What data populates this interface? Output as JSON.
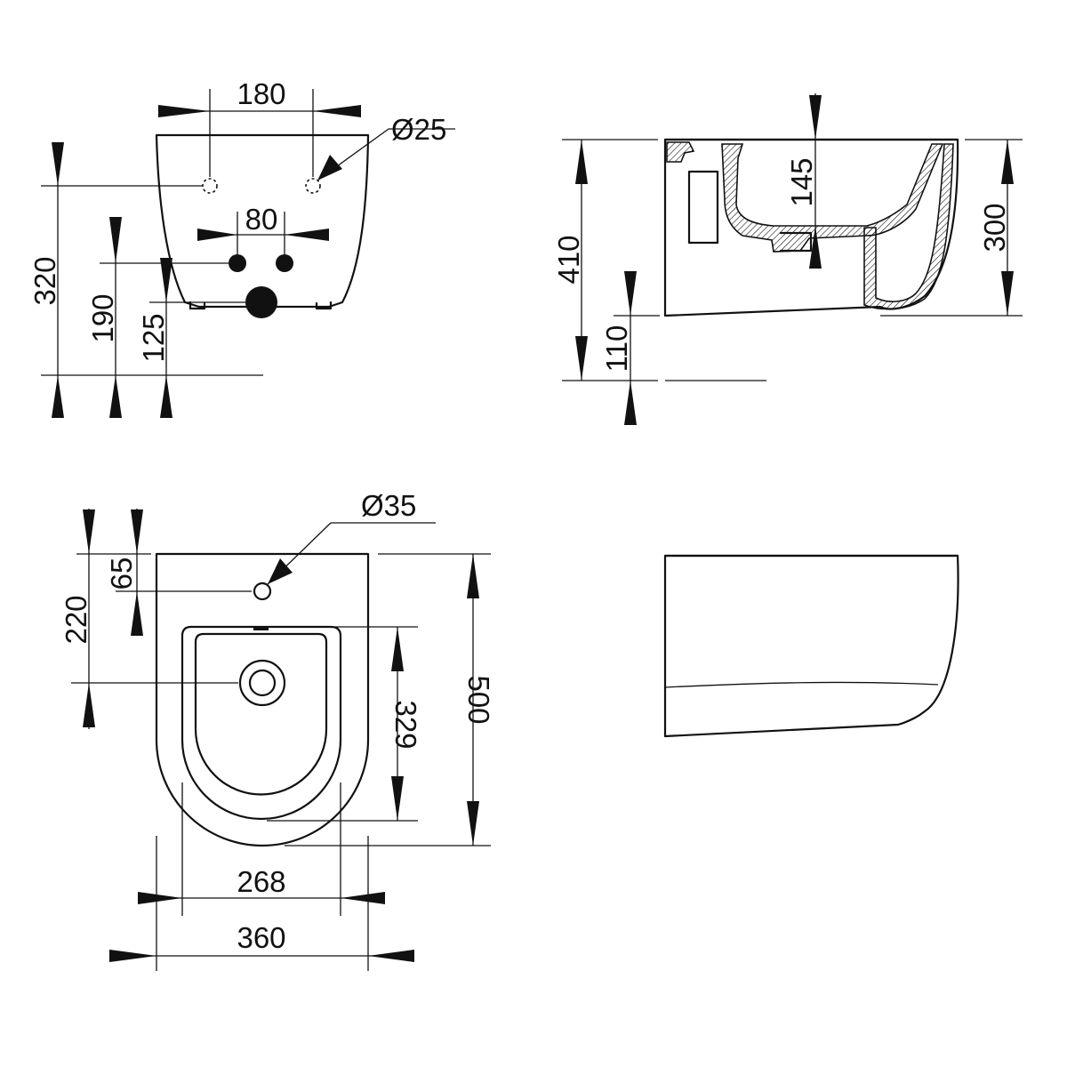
{
  "front_view": {
    "width_holes": "180",
    "hole_diameter": "Ø25",
    "height_total": "320",
    "spacing_lower": "80",
    "height_holes": "190",
    "height_drain": "125"
  },
  "side_view": {
    "height_total": "410",
    "depth_bowl": "145",
    "height_bowl": "300",
    "height_floor": "110"
  },
  "top_view": {
    "tap_diameter": "Ø35",
    "offset_tap": "65",
    "offset_drain": "220",
    "length_bowl": "329",
    "length_total": "500",
    "width_bowl": "268",
    "width_total": "360"
  },
  "colors": {
    "line": "#111111",
    "background": "#ffffff"
  }
}
